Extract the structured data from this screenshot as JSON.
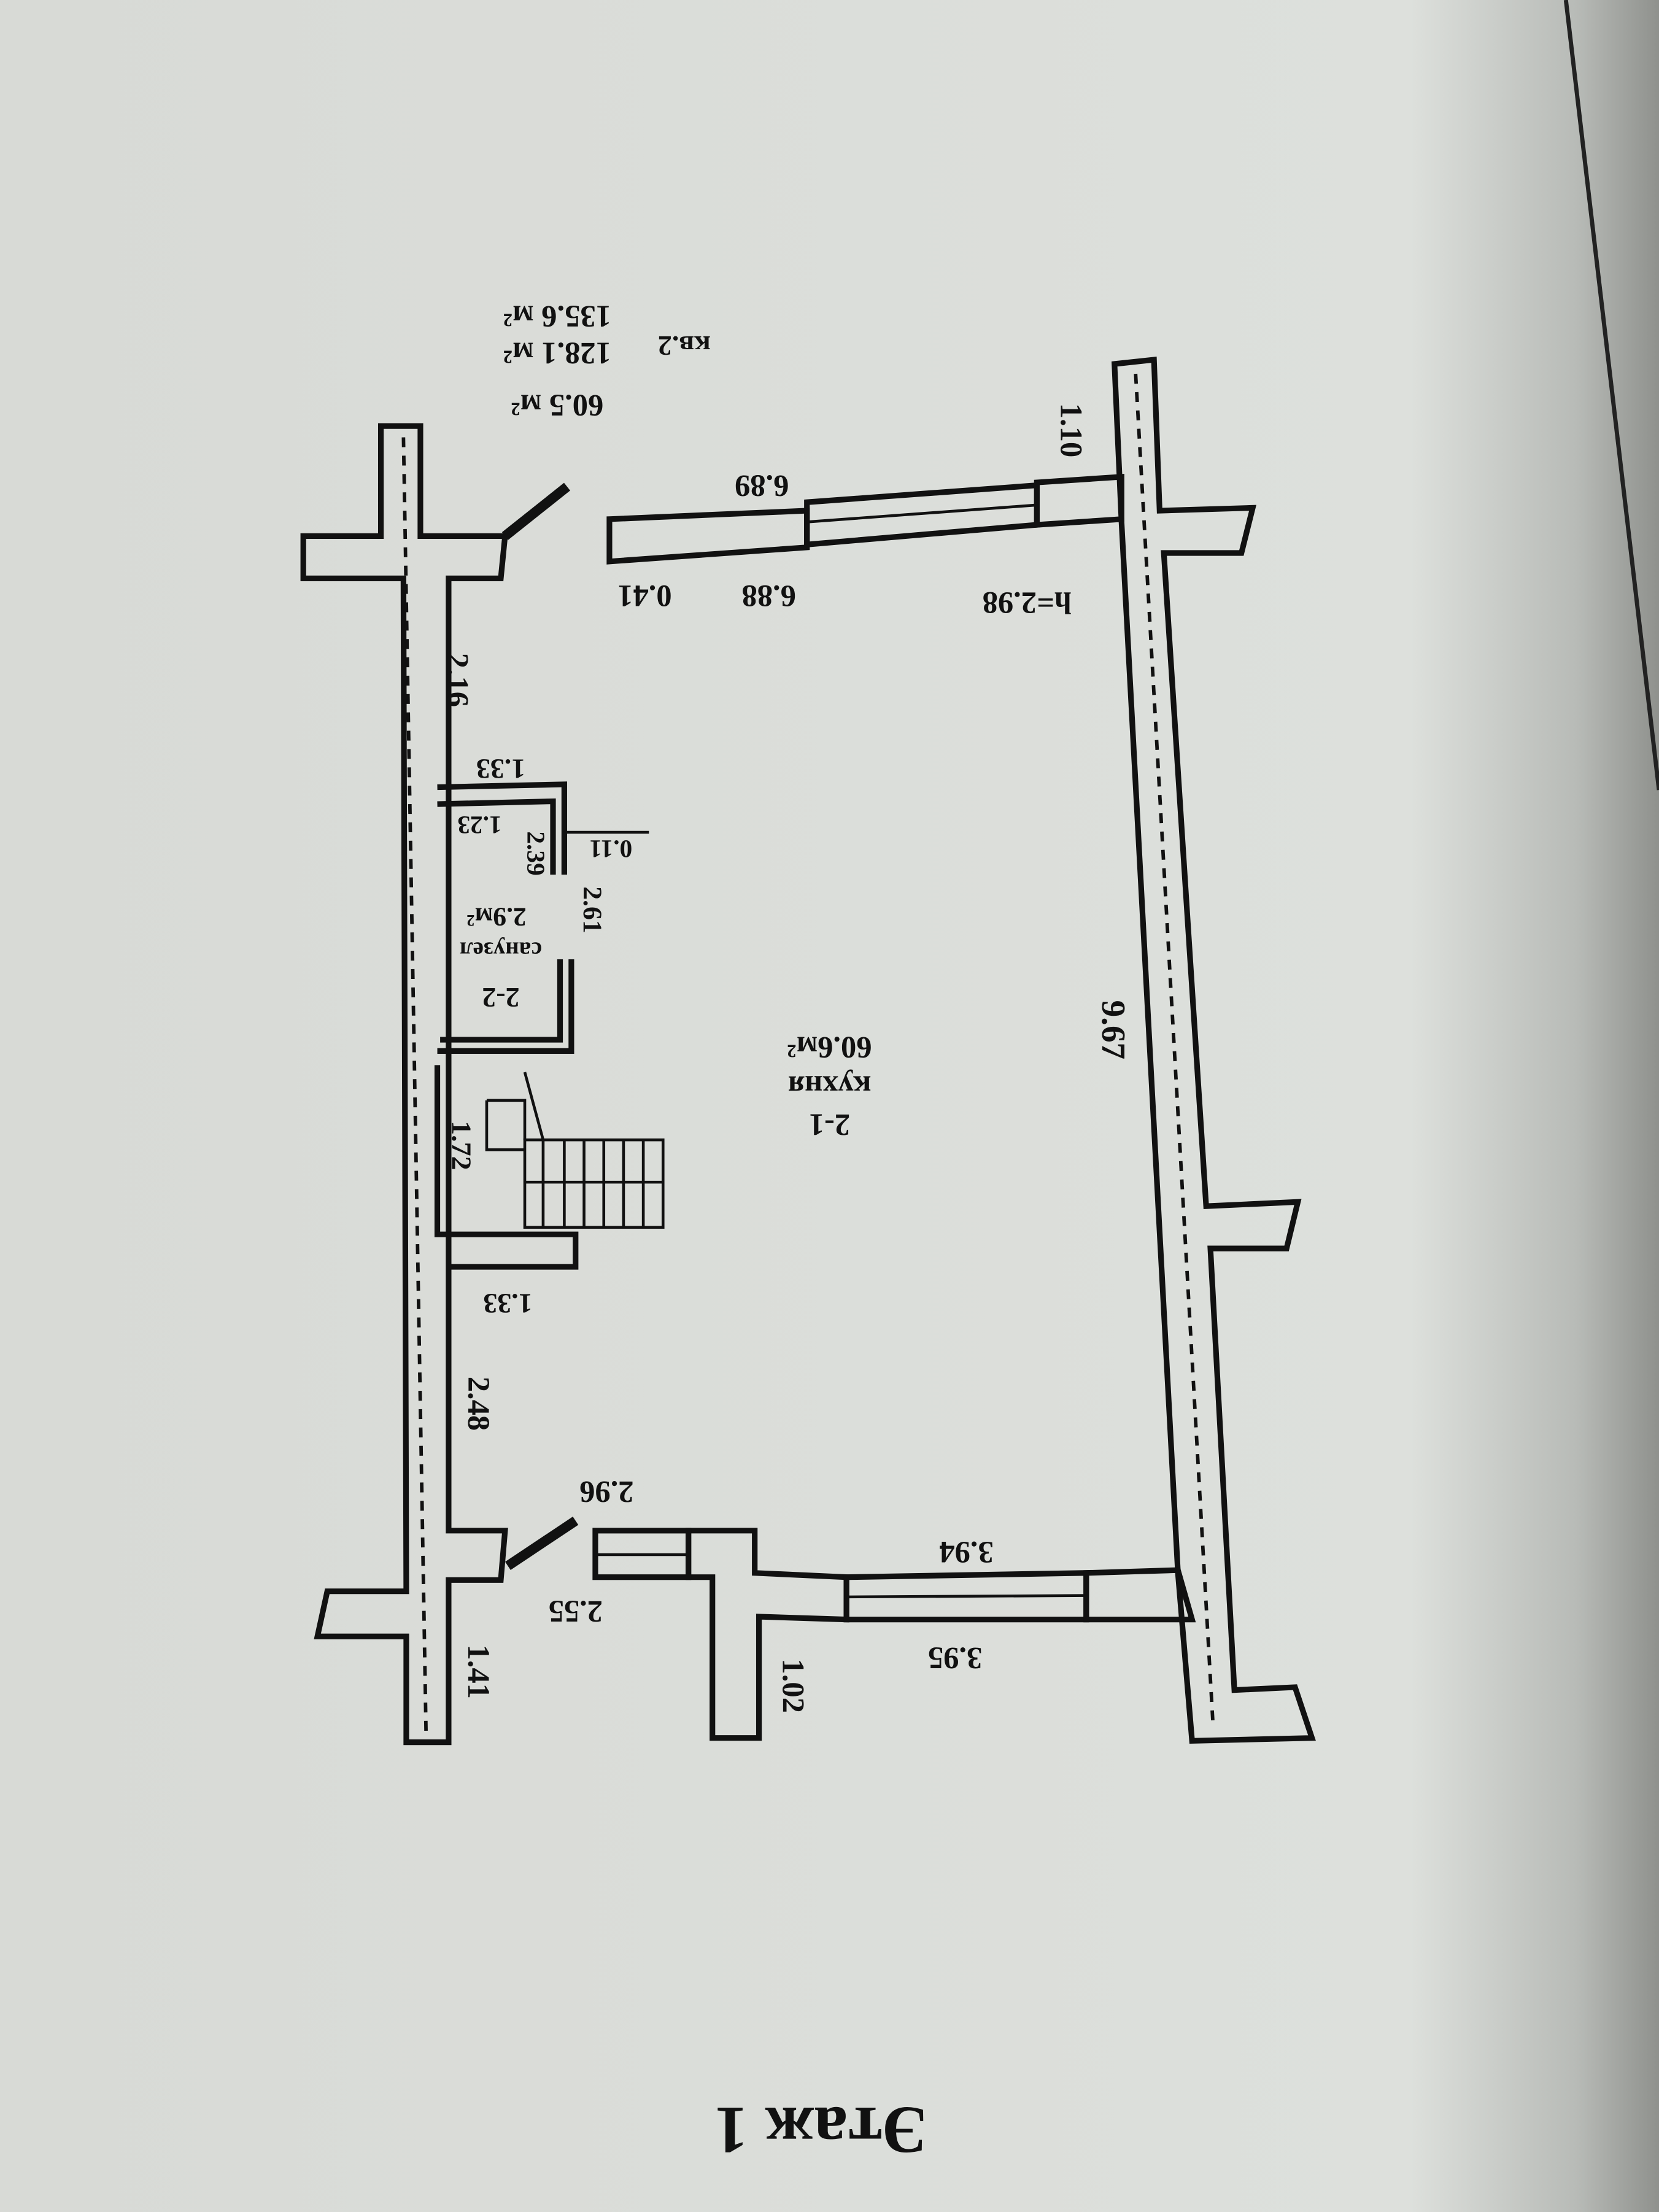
{
  "plan": {
    "floor_title": "Этаж 1",
    "summary": {
      "apartment": "кв.2",
      "area_1": "60.5 м²",
      "area_2": "128.1 м²",
      "area_3": "135.6 м²"
    },
    "rooms": [
      {
        "id": "2-1",
        "name": "кухня",
        "area": "60.6м²"
      },
      {
        "id": "2-2",
        "name": "санузел",
        "area": "2.9м²"
      }
    ],
    "ceiling_height": "h=2.98",
    "dimensions": {
      "top_outer": "6.89",
      "top_inner": "6.88",
      "top_small": "0.41",
      "top_right": "1.10",
      "left_upper": "2.16",
      "bath_top": "1.33",
      "bath_inner": "1.23",
      "bath_depth": "2.39",
      "bath_wall": "0.11",
      "bath_side": "2.61",
      "stair": "1.72",
      "stair_bottom": "1.33",
      "left_lower": "2.48",
      "door": "2.96",
      "entry": "2.55",
      "left_bottom": "1.41",
      "bottom_inner": "3.94",
      "bottom_outer": "3.95",
      "bottom_side": "1.02",
      "right_side": "9.67"
    }
  }
}
